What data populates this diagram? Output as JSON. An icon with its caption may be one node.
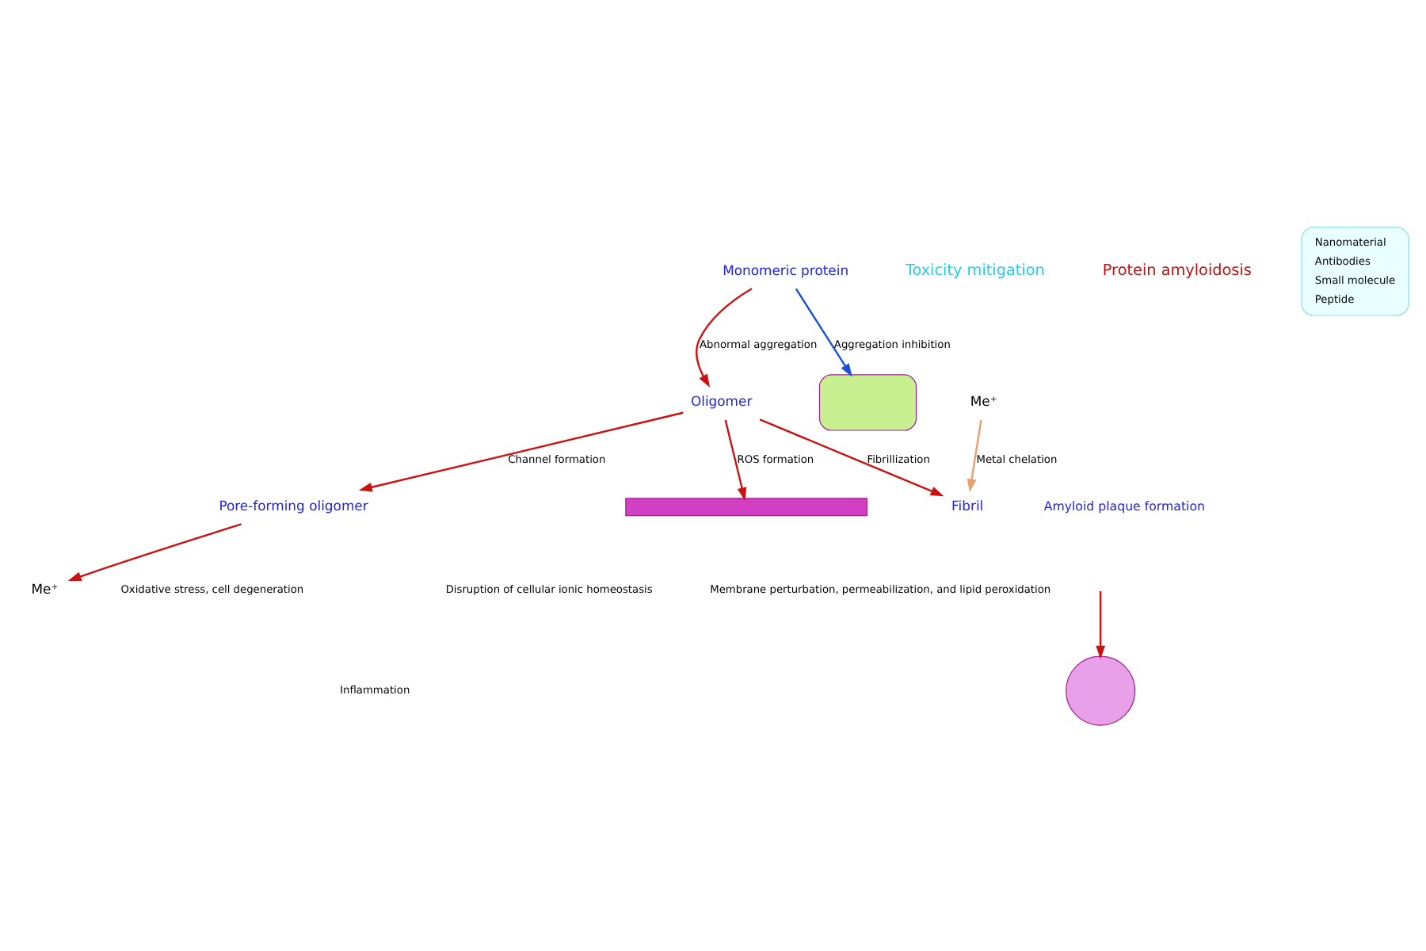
{
  "diagram": {
    "nodes": [
      {
        "text": [
          "Monomeric protein"
        ]
      },
      {
        "text": [
          "Oligomer"
        ]
      },
      {
        "text": [
          "Fibril"
        ]
      },
      {
        "text": [
          "Pore-forming oligomer"
        ]
      },
      {
        "text": [],
        "shape": "box"
      },
      {
        "text": [],
        "shape": "bar"
      },
      {
        "text": [
          "Me⁺"
        ]
      },
      {
        "text": [],
        "shape": "circle"
      },
      {
        "text": [
          "Me⁺"
        ]
      }
    ],
    "edges": [
      {
        "from": 0,
        "to": 1,
        "arrow": "to",
        "label": "Abnormal aggregation"
      },
      {
        "from": 0,
        "to": 4,
        "arrow": "to",
        "label": "Aggregation inhibition",
        "color": "#1a4fd6"
      },
      {
        "from": 1,
        "to": 3,
        "arrow": "to",
        "label": "Channel formation"
      },
      {
        "from": 1,
        "to": 2,
        "arrow": "to",
        "label": "Fibrillization"
      },
      {
        "from": 1,
        "to": 5,
        "arrow": "to",
        "label": "ROS formation"
      },
      {
        "from": 3,
        "to": 6,
        "arrow": "to"
      },
      {
        "from": null,
        "to": 7,
        "arrow": "to"
      },
      {
        "from": 8,
        "to": 2,
        "arrow": "to",
        "label": "Metal chelation",
        "color": "#e8a070"
      }
    ],
    "labels": [
      "Toxicity mitigation",
      "Protein amyloidosis",
      "Amyloid plaque formation",
      "Disruption of cellular ionic homeostasis",
      "Oxidative stress, cell degeneration",
      "Membrane perturbation, permeabilization, and lipid peroxidation",
      "Inflammation"
    ],
    "legend": [
      {
        "text": "Nanomaterial"
      },
      {
        "text": "Antibodies"
      },
      {
        "text": "Small molecule"
      },
      {
        "text": "Peptide"
      }
    ]
  }
}
